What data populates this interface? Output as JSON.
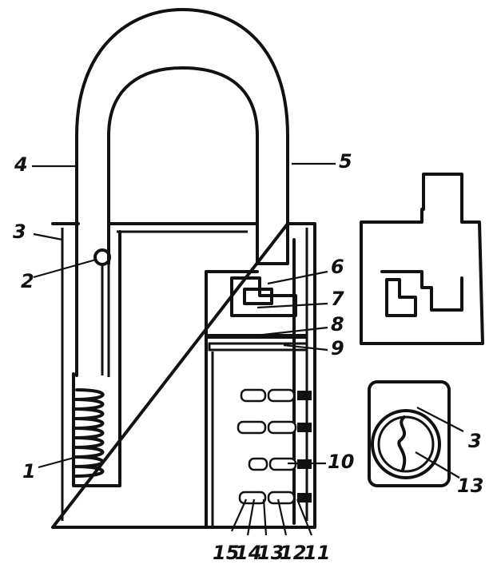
{
  "labels": {
    "l1": "1",
    "l2": "2",
    "l3": "3",
    "l4": "4",
    "l5": "5",
    "l6": "6",
    "l7": "7",
    "l8": "8",
    "l9": "9",
    "l10": "10",
    "l11": "11",
    "l12": "12",
    "l13": "13",
    "l14": "14",
    "l15": "15",
    "detail_3": "3",
    "detail_13": "13"
  },
  "colors": {
    "ink": "#111111",
    "paper": "#ffffff"
  }
}
